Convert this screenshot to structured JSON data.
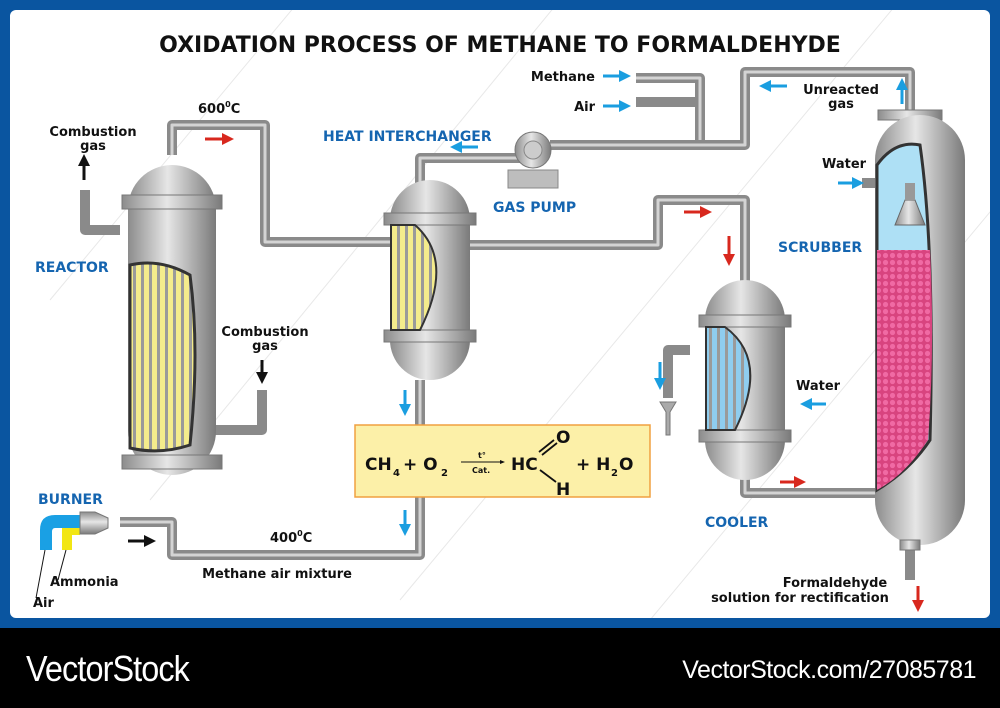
{
  "title": "OXIDATION PROCESS OF METHANE TO FORMALDEHYDE",
  "components": {
    "reactor": "REACTOR",
    "heat_interchanger": "HEAT INTERCHANGER",
    "gas_pump": "GAS PUMP",
    "scrubber": "SCRUBBER",
    "cooler": "COOLER",
    "burner": "BURNER"
  },
  "labels": {
    "temp_top": "600",
    "temp_top_unit": "0",
    "temp_top_c": "C",
    "temp_bottom": "400",
    "temp_bottom_unit": "0",
    "temp_bottom_c": "C",
    "combustion_gas_out_1": "Combustion",
    "combustion_gas_out_2": "gas",
    "combustion_gas_in_1": "Combustion",
    "combustion_gas_in_2": "gas",
    "methane": "Methane",
    "air_in": "Air",
    "unreacted_1": "Unreacted",
    "unreacted_2": "gas",
    "water_scrubber": "Water",
    "water_cooler": "Water",
    "methane_air_mixture": "Methane air mixture",
    "ammonia": "Ammonia",
    "air_burner": "Air",
    "formaldehyde_1": "Formaldehyde",
    "formaldehyde_2": "solution for rectification"
  },
  "equation": {
    "ch": "CH",
    "ch_sub": "4",
    "plus1": "+ O",
    "o_sub": "2",
    "cond_top": "t°",
    "cond_bottom": "Cat.",
    "hc": "HC",
    "o_atom": "O",
    "h_atom": "H",
    "plus2": "+ H",
    "h_sub": "2",
    "water_o": "O"
  },
  "colors": {
    "frame_blue": "#0a55a0",
    "label_blue": "#1565b0",
    "flow_blue": "#1a9ee0",
    "flow_red": "#d8281e",
    "catalyst_yellow": "#f4ec8c",
    "coolant_blue": "#8fcdef",
    "packing_pink": "#e0548f",
    "equation_bg": "#fcf0a8",
    "equation_border": "#f0a040"
  },
  "footer": {
    "brand": "VectorStock",
    "url": "VectorStock.com/27085781"
  }
}
